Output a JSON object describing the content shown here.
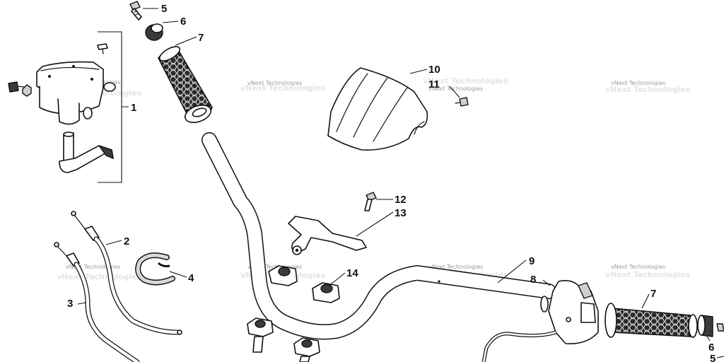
{
  "watermark": {
    "text": "vNext Technologies"
  },
  "callouts": {
    "c1": "1",
    "c2": "2",
    "c3": "3",
    "c4": "4",
    "c5": "5",
    "c6": "6",
    "c7": "7",
    "c8": "8",
    "c9": "9",
    "c10": "10",
    "c11": "11",
    "c12": "12",
    "c13": "13",
    "c14": "14",
    "c5b": "5",
    "c6b": "6",
    "c7b": "7"
  }
}
